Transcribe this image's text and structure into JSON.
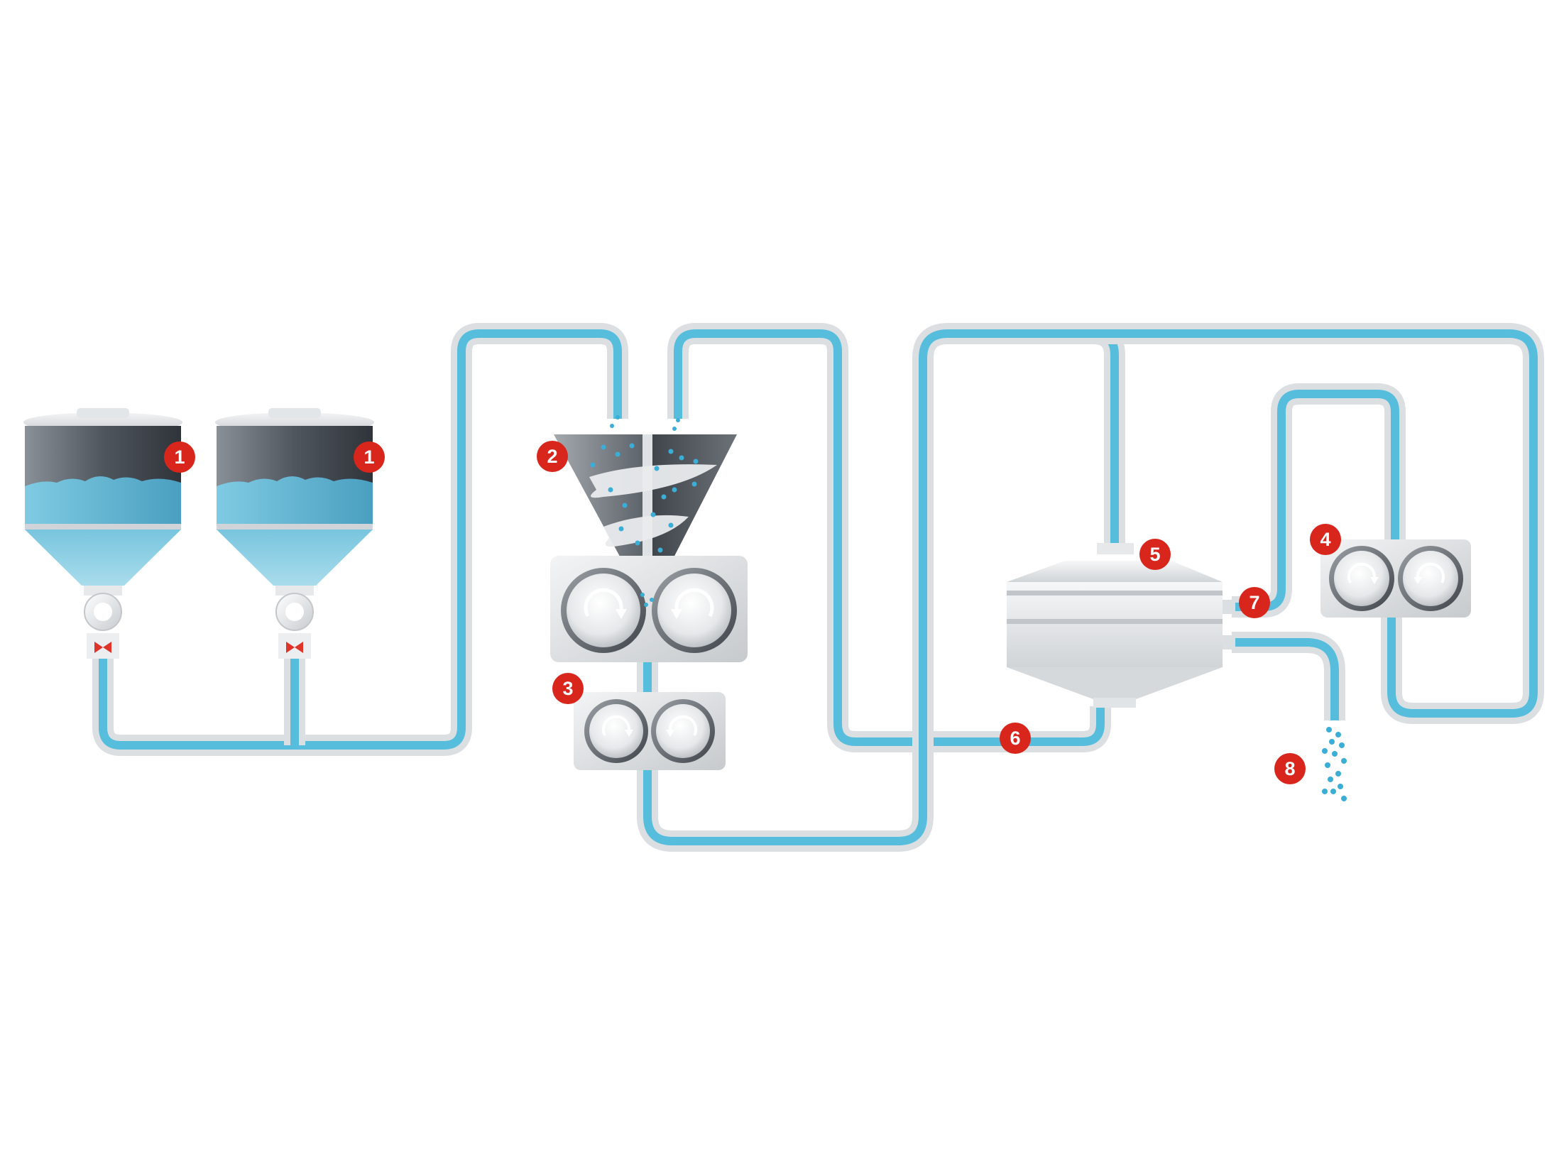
{
  "colors": {
    "pipe": "#56bedc",
    "pipe_casing": "#dcdfe2",
    "marker": "#d9261c",
    "marker_text": "#ffffff",
    "valve": "#e0332a",
    "particles": "#3aaed6"
  },
  "markers": [
    {
      "id": "m1a",
      "label": "1"
    },
    {
      "id": "m1b",
      "label": "1"
    },
    {
      "id": "m2",
      "label": "2"
    },
    {
      "id": "m3",
      "label": "3"
    },
    {
      "id": "m4",
      "label": "4"
    },
    {
      "id": "m5",
      "label": "5"
    },
    {
      "id": "m6",
      "label": "6"
    },
    {
      "id": "m7",
      "label": "7"
    },
    {
      "id": "m8",
      "label": "8"
    }
  ]
}
